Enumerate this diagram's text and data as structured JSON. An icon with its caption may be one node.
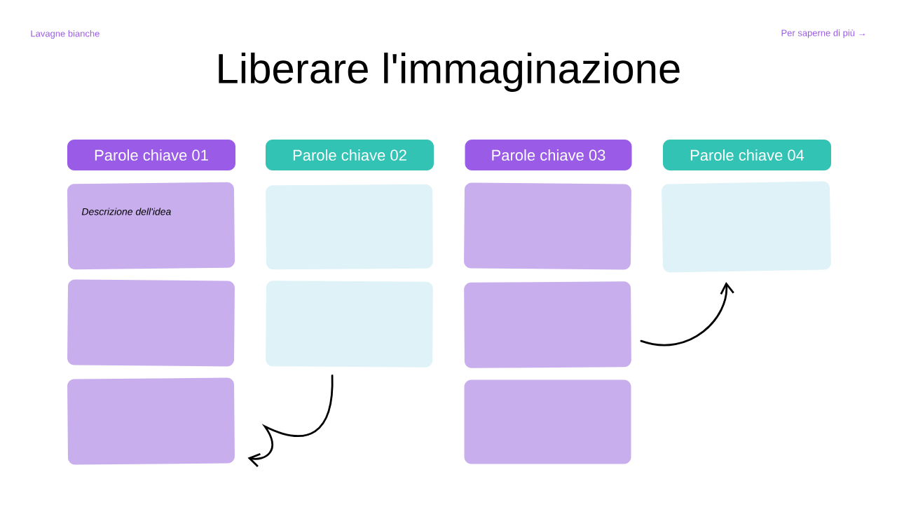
{
  "diagram": {
    "title": "Liberare l'immaginazione",
    "nodes": [
      {
        "text": [
          "Parole chiave 01"
        ]
      },
      {
        "text": [
          "Parole chiave 02"
        ]
      },
      {
        "text": [
          "Parole chiave 03"
        ]
      },
      {
        "text": [
          "Parole chiave 04"
        ]
      },
      {
        "text": [
          "Descrizione dell'idea"
        ]
      },
      {
        "text": [],
        "shape": "box"
      },
      {
        "text": [],
        "shape": "box"
      },
      {
        "text": [],
        "shape": "box"
      },
      {
        "text": [],
        "shape": "box"
      },
      {
        "text": [],
        "shape": "box"
      },
      {
        "text": [],
        "shape": "box"
      },
      {
        "text": [],
        "shape": "box"
      },
      {
        "text": [],
        "shape": "box"
      }
    ],
    "edges": [
      {
        "from": 8,
        "to": 6,
        "arrow": "to"
      },
      {
        "from": 10,
        "to": 12,
        "arrow": "to"
      }
    ],
    "labels": [
      "Lavagne bianche",
      "Per saperne di più →"
    ]
  }
}
